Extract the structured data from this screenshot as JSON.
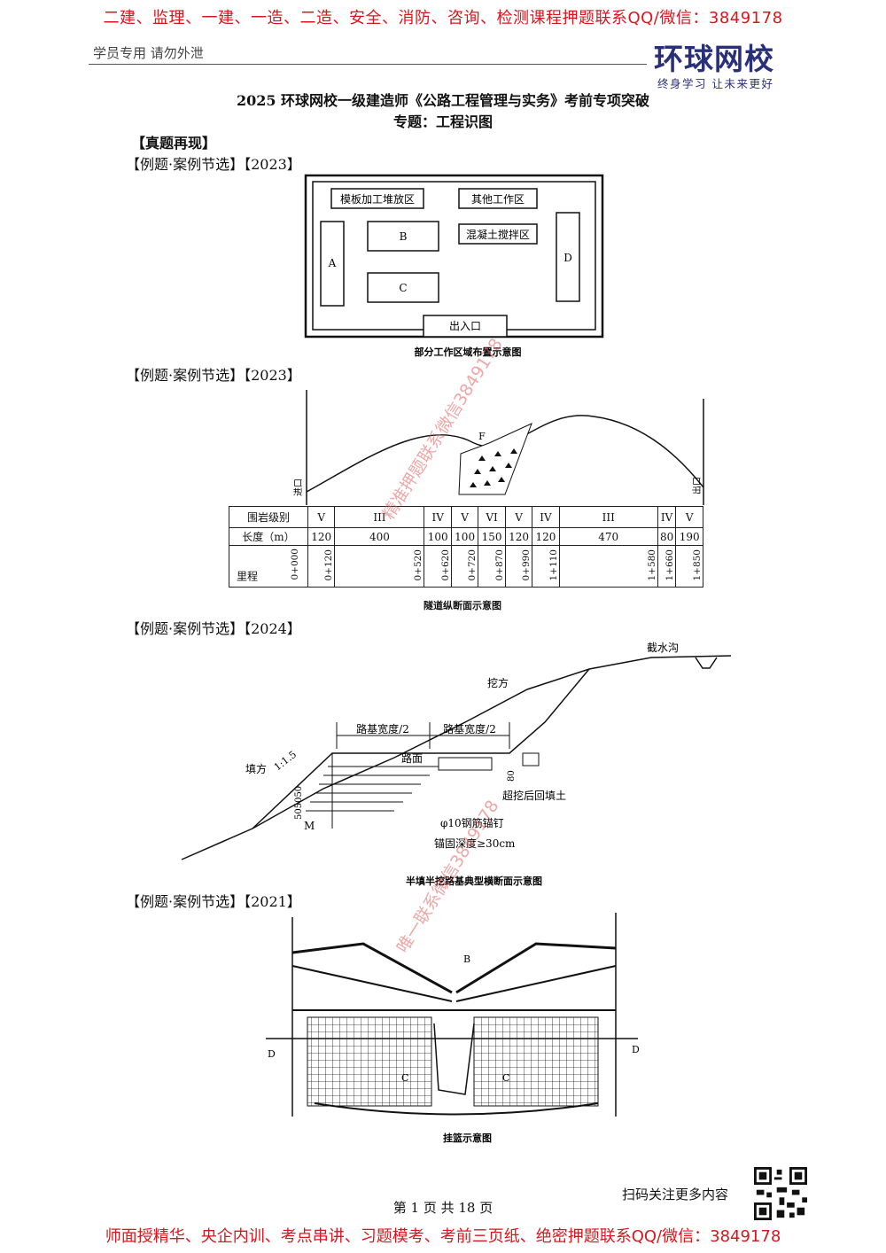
{
  "banner_top": "二建、监理、一建、一造、二造、安全、消防、咨询、检测课程押题联系QQ/微信：3849178",
  "banner_bottom": "师面授精华、央企内训、考点串讲、习题模考、考前三页纸、绝密押题联系QQ/微信：3849178",
  "header": {
    "left": "学员专用 请勿外泄",
    "logo_main": "环球网校",
    "logo_sub": "终身学习  让未来更好"
  },
  "title_line1": "2025 环球网校一级建造师《公路工程管理与实务》考前专项突破",
  "title_line2": "专题：工程识图",
  "section_label": "【真题再现】",
  "examples": [
    {
      "label": "【例题·案例节选】【2023】"
    },
    {
      "label": "【例题·案例节选】【2023】"
    },
    {
      "label": "【例题·案例节选】【2024】"
    },
    {
      "label": "【例题·案例节选】【2021】"
    }
  ],
  "fig1": {
    "caption": "部分工作区域布置示意图",
    "box_template": "模板加工堆放区",
    "box_other": "其他工作区",
    "box_concrete": "混凝土搅拌区",
    "box_entrance": "出入口",
    "a": "A",
    "b": "B",
    "c": "C",
    "d": "D"
  },
  "fig2": {
    "caption": "隧道纵断面示意图",
    "f": "F",
    "portal_left": "进口",
    "portal_right": "出口",
    "row_labels": [
      "围岩级别",
      "长度（m）",
      "里程"
    ],
    "grades": [
      "V",
      "III",
      "IV",
      "V",
      "VI",
      "V",
      "IV",
      "III",
      "IV",
      "V"
    ],
    "lengths": [
      "120",
      "400",
      "100",
      "100",
      "150",
      "120",
      "120",
      "470",
      "80",
      "190"
    ],
    "stations": [
      "0+000",
      "0+120",
      "0+520",
      "0+620",
      "0+720",
      "0+870",
      "0+990",
      "1+110",
      "1+580",
      "1+660",
      "1+850"
    ]
  },
  "fig3": {
    "caption": "半填半挖路基典型横断面示意图",
    "ditch": "截水沟",
    "cut": "挖方",
    "half_width_left": "路基宽度/2",
    "half_width_right": "路基宽度/2",
    "pavement": "路面",
    "fill": "填方",
    "slope": "1:1.5",
    "dims": "505050",
    "depth80": "80",
    "over_excavate": "超挖后回填土",
    "anchor": "φ10钢筋锚钉",
    "anchor_depth": "锚固深度≥30cm",
    "m": "M"
  },
  "fig4": {
    "caption": "挂篮示意图",
    "b": "B",
    "c_left": "C",
    "c_right": "C",
    "d_left": "D",
    "d_right": "D"
  },
  "footer": {
    "page": "第 1 页 共 18 页",
    "scan": "扫码关注更多内容"
  },
  "watermarks": {
    "line1": "精准押题联系微信3849178",
    "line2": "唯一联系微信3849178"
  }
}
